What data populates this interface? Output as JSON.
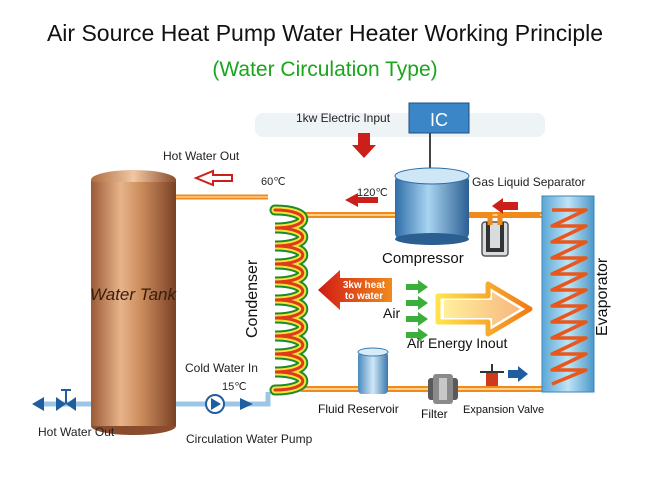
{
  "title": "Air Source Heat Pump Water Heater Working Principle",
  "subtitle": "(Water Circulation Type)",
  "labels": {
    "electric_input": "1kw Electric Input",
    "ic": "IC",
    "hot_water_out_top": "Hot Water Out",
    "temp_60": "60℃",
    "temp_120": "120℃",
    "gas_liquid_separator": "Gas Liquid Separator",
    "water_tank": "Water Tank",
    "condenser": "Condenser",
    "compressor": "Compressor",
    "heat_to_water_line1": "3kw heat",
    "heat_to_water_line2": "to water",
    "air": "Air",
    "air_energy_input": "Air Energy Inout",
    "evaporator": "Evaporator",
    "cold_water_in": "Cold Water In",
    "temp_15": "15℃",
    "fluid_reservoir": "Fluid Reservoir",
    "filter": "Filter",
    "expansion_valve": "Expansion Valve",
    "hot_water_out_bottom": "Hot Water Out",
    "circulation_water_pump": "Circulation Water Pump"
  },
  "colors": {
    "title": "#111111",
    "subtitle": "#19a51c",
    "hot_arrow": "#cc1f1a",
    "pipe_orange": "#f08a1c",
    "evaporator_blue": "#9fd2ef",
    "tank_copper": "#c98a5a",
    "cold_pipe": "#9bc6e6"
  }
}
